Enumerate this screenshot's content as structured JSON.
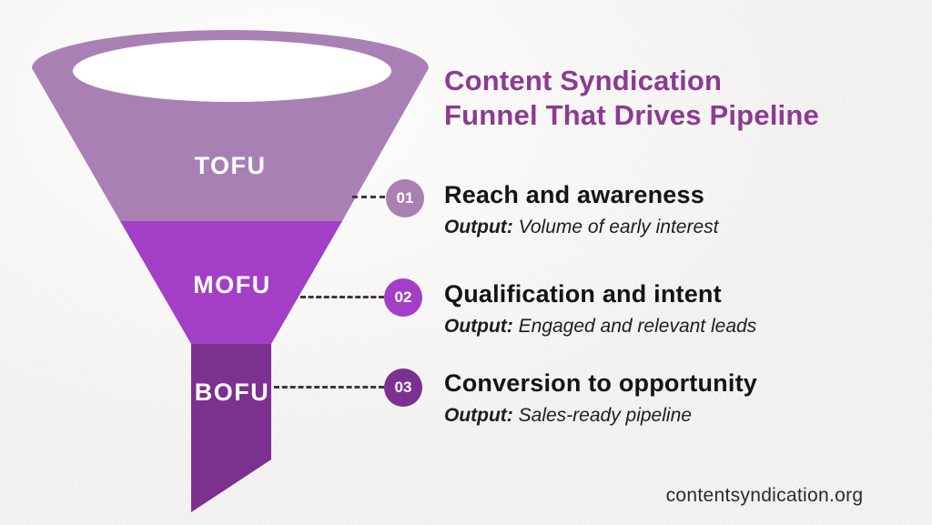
{
  "title": {
    "line1": "Content Syndication",
    "line2": "Funnel That Drives Pipeline"
  },
  "funnel": {
    "stages": [
      {
        "label": "TOFU",
        "color": "#a980b4"
      },
      {
        "label": "MOFU",
        "color": "#a23fc6"
      },
      {
        "label": "BOFU",
        "color": "#7c3090"
      }
    ]
  },
  "steps": [
    {
      "number": "01",
      "title": "Reach and awareness",
      "output_label": "Output:",
      "output_text": "Volume of early interest",
      "badge_color": "#a980b4"
    },
    {
      "number": "02",
      "title": "Qualification and intent",
      "output_label": "Output:",
      "output_text": "Engaged and relevant leads",
      "badge_color": "#a23fc6"
    },
    {
      "number": "03",
      "title": "Conversion to opportunity",
      "output_label": "Output:",
      "output_text": "Sales-ready pipeline",
      "badge_color": "#7c3090"
    }
  ],
  "footer": {
    "website": "contentsyndication.org"
  },
  "colors": {
    "background": "#f4f3f1",
    "title_text": "#8d3a92",
    "heading_text": "#141414",
    "dash_line": "#3a3a3a",
    "funnel_mouth": "#ffffff",
    "tofu": "#a980b4",
    "mofu": "#a23fc6",
    "bofu": "#7c3090"
  }
}
